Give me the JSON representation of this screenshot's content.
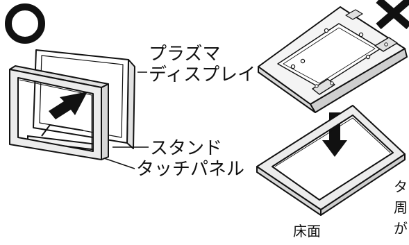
{
  "marks": {
    "correct_symbol": "○",
    "wrong_symbol": "✕"
  },
  "labels": {
    "plasma_line1": "プラズマ",
    "plasma_line2": "ディスプレイ",
    "stand": "スタンド",
    "touch_panel": "タッチパネル",
    "floor": "床面"
  },
  "side_text": {
    "line1": "タ",
    "line2": "周",
    "line3": "が"
  },
  "colors": {
    "ink": "#111111",
    "frame_fill": "#ececec",
    "paper": "#ffffff"
  }
}
